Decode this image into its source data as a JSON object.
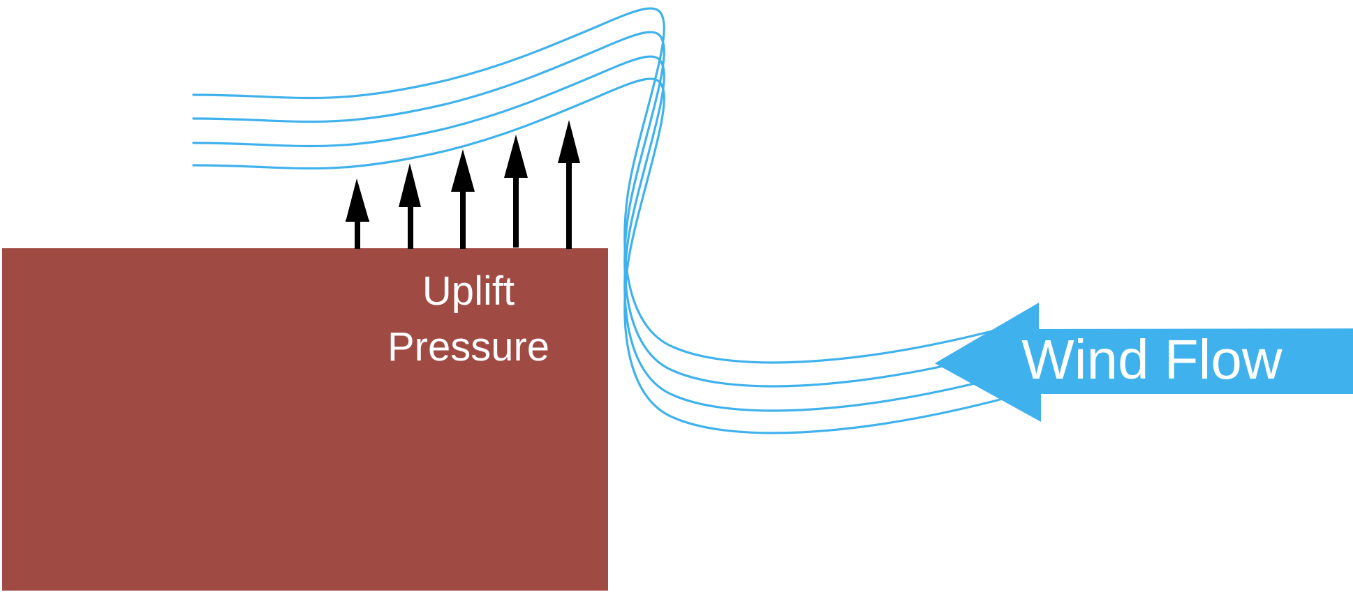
{
  "diagram": {
    "building_label": "Uplift\nPressure",
    "wind_label": "Wind Flow",
    "uplift_arrow_count": 5,
    "streamline_count": 4
  },
  "colors": {
    "building": "#A04A44",
    "wind": "#3FB1EC",
    "arrow": "#000000",
    "label_text": "#FFFFFF",
    "background": "#FFFFFF"
  },
  "icons": {
    "uplift_arrow": "up-arrow-icon",
    "wind_arrow": "left-arrow-icon"
  }
}
